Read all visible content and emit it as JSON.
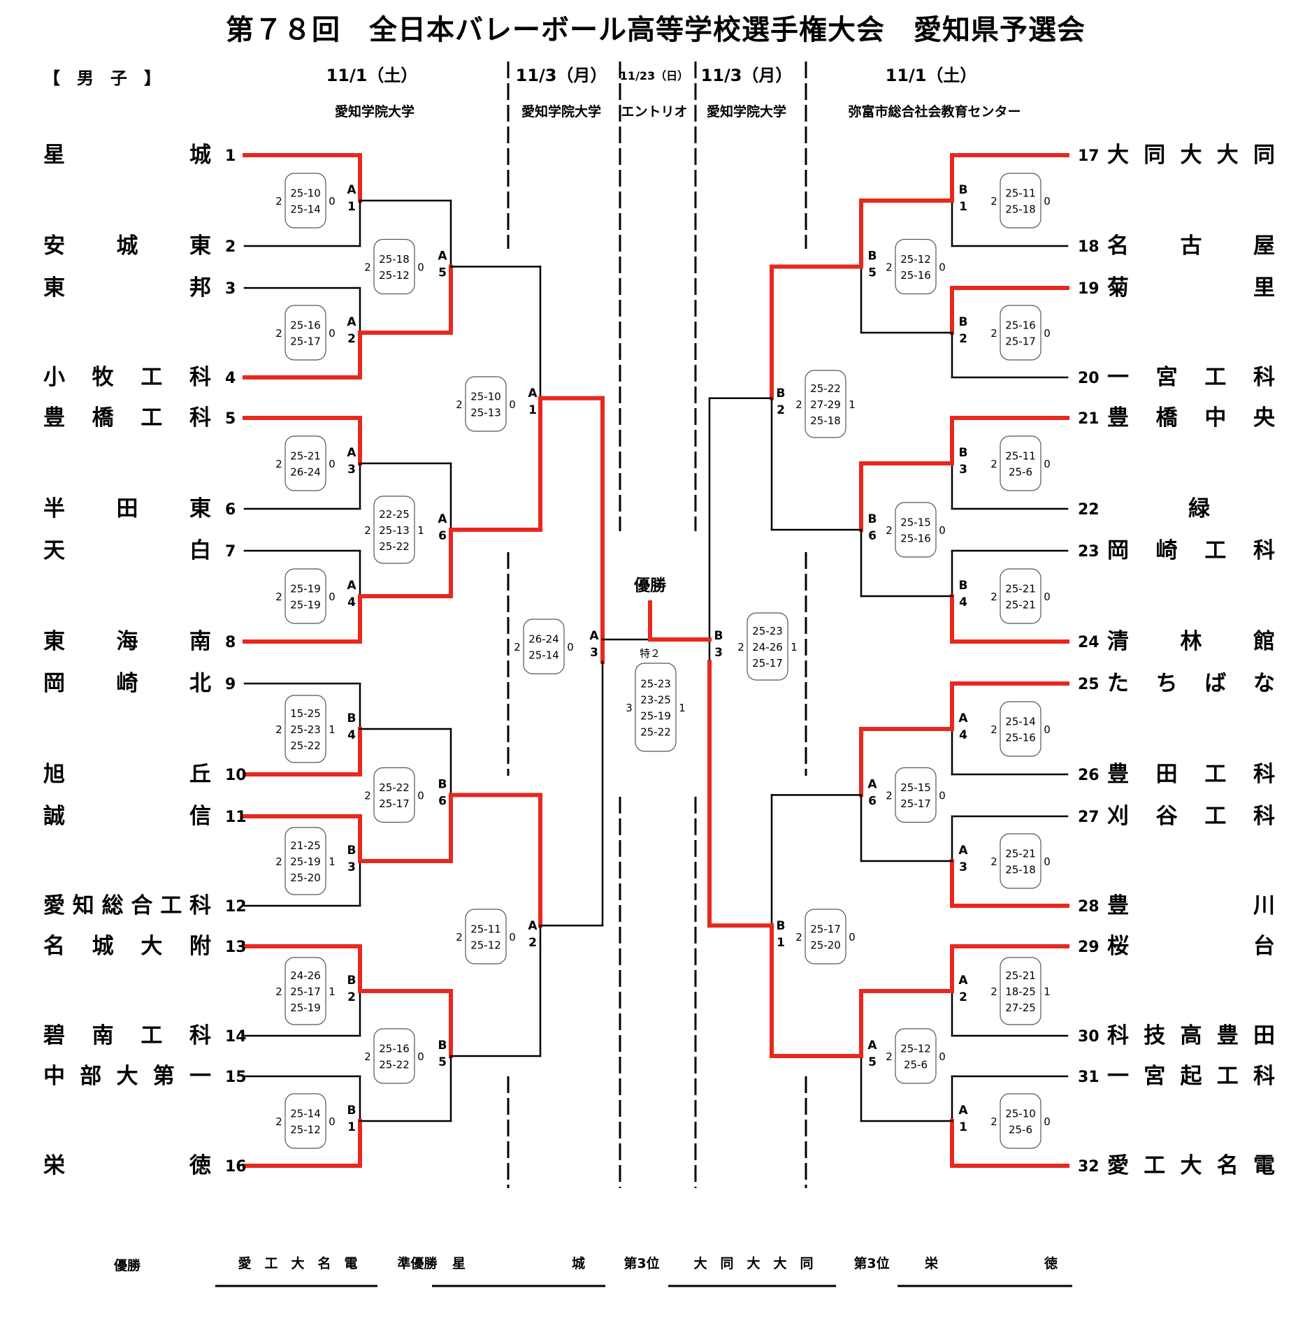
{
  "title": "第７８回　全日本バレーボール高等学校選手権大会　愛知県予選会",
  "division": "【　男　子　】",
  "dates": [
    {
      "date": "11/1（土）",
      "venue": "愛知学院大学"
    },
    {
      "date": "11/3（月）",
      "venue": "愛知学院大学"
    },
    {
      "date": "11/23（日）",
      "venue": "エントリオ"
    },
    {
      "date": "11/3（月）",
      "venue": "愛知学院大学"
    },
    {
      "date": "11/1（土）",
      "venue": "弥富市総合社会教育センター"
    }
  ],
  "left_teams": [
    {
      "name": "星　　　城",
      "seed": "1"
    },
    {
      "name": "安　城　東",
      "seed": "2"
    },
    {
      "name": "東　　　邦",
      "seed": "3"
    },
    {
      "name": "小牧工科",
      "seed": "4"
    },
    {
      "name": "豊橋工科",
      "seed": "5"
    },
    {
      "name": "半　田　東",
      "seed": "6"
    },
    {
      "name": "天　　　白",
      "seed": "7"
    },
    {
      "name": "東　海　南",
      "seed": "8"
    },
    {
      "name": "岡　崎　北",
      "seed": "9"
    },
    {
      "name": "旭　　　丘",
      "seed": "10"
    },
    {
      "name": "誠　　　信",
      "seed": "11"
    },
    {
      "name": "愛知総合工科",
      "seed": "12"
    },
    {
      "name": "名城大附",
      "seed": "13"
    },
    {
      "name": "碧南工科",
      "seed": "14"
    },
    {
      "name": "中部大第一",
      "seed": "15"
    },
    {
      "name": "栄　　　徳",
      "seed": "16"
    }
  ],
  "right_teams": [
    {
      "name": "大同大大同",
      "seed": "17"
    },
    {
      "name": "名　古　屋",
      "seed": "18"
    },
    {
      "name": "菊　　　里",
      "seed": "19"
    },
    {
      "name": "一宮工科",
      "seed": "20"
    },
    {
      "name": "豊橋中央",
      "seed": "21"
    },
    {
      "name": "緑",
      "seed": "22"
    },
    {
      "name": "岡崎工科",
      "seed": "23"
    },
    {
      "name": "清　林　館",
      "seed": "24"
    },
    {
      "name": "たちばな",
      "seed": "25"
    },
    {
      "name": "豊田工科",
      "seed": "26"
    },
    {
      "name": "刈谷工科",
      "seed": "27"
    },
    {
      "name": "豊　　　川",
      "seed": "28"
    },
    {
      "name": "桜　　　台",
      "seed": "29"
    },
    {
      "name": "科技高豊田",
      "seed": "30"
    },
    {
      "name": "一宮起工科",
      "seed": "31"
    },
    {
      "name": "愛工大名電",
      "seed": "32"
    }
  ],
  "left_r1": [
    {
      "code": [
        "A",
        "1"
      ],
      "w": "2",
      "l": "0",
      "scores": [
        "25-10",
        "25-14"
      ]
    },
    {
      "code": [
        "A",
        "2"
      ],
      "w": "2",
      "l": "0",
      "scores": [
        "25-16",
        "25-17"
      ]
    },
    {
      "code": [
        "A",
        "3"
      ],
      "w": "2",
      "l": "0",
      "scores": [
        "25-21",
        "26-24"
      ]
    },
    {
      "code": [
        "A",
        "4"
      ],
      "w": "2",
      "l": "0",
      "scores": [
        "25-19",
        "25-19"
      ]
    },
    {
      "code": [
        "B",
        "4"
      ],
      "w": "2",
      "l": "1",
      "scores": [
        "15-25",
        "25-23",
        "25-22"
      ]
    },
    {
      "code": [
        "B",
        "3"
      ],
      "w": "2",
      "l": "1",
      "scores": [
        "21-25",
        "25-19",
        "25-20"
      ]
    },
    {
      "code": [
        "B",
        "2"
      ],
      "w": "2",
      "l": "1",
      "scores": [
        "24-26",
        "25-17",
        "25-19"
      ]
    },
    {
      "code": [
        "B",
        "1"
      ],
      "w": "2",
      "l": "0",
      "scores": [
        "25-14",
        "25-12"
      ]
    }
  ],
  "left_r2": [
    {
      "code": [
        "A",
        "5"
      ],
      "w": "2",
      "l": "0",
      "scores": [
        "25-18",
        "25-12"
      ]
    },
    {
      "code": [
        "A",
        "6"
      ],
      "w": "2",
      "l": "1",
      "scores": [
        "22-25",
        "25-13",
        "25-22"
      ]
    },
    {
      "code": [
        "B",
        "6"
      ],
      "w": "2",
      "l": "0",
      "scores": [
        "25-22",
        "25-17"
      ]
    },
    {
      "code": [
        "B",
        "5"
      ],
      "w": "2",
      "l": "0",
      "scores": [
        "25-16",
        "25-22"
      ]
    }
  ],
  "left_r3": [
    {
      "code": [
        "A",
        "1"
      ],
      "w": "2",
      "l": "0",
      "scores": [
        "25-10",
        "25-13"
      ]
    },
    {
      "code": [
        "A",
        "2"
      ],
      "w": "2",
      "l": "0",
      "scores": [
        "25-11",
        "25-12"
      ]
    }
  ],
  "left_semi": {
    "code": [
      "A",
      "3"
    ],
    "w": "2",
    "l": "0",
    "scores": [
      "26-24",
      "25-14"
    ]
  },
  "right_r1": [
    {
      "code": [
        "B",
        "1"
      ],
      "w": "2",
      "l": "0",
      "scores": [
        "25-11",
        "25-18"
      ]
    },
    {
      "code": [
        "B",
        "2"
      ],
      "w": "2",
      "l": "0",
      "scores": [
        "25-16",
        "25-17"
      ]
    },
    {
      "code": [
        "B",
        "3"
      ],
      "w": "2",
      "l": "0",
      "scores": [
        "25-11",
        "25-6"
      ]
    },
    {
      "code": [
        "B",
        "4"
      ],
      "w": "2",
      "l": "0",
      "scores": [
        "25-21",
        "25-21"
      ]
    },
    {
      "code": [
        "A",
        "4"
      ],
      "w": "2",
      "l": "0",
      "scores": [
        "25-14",
        "25-16"
      ]
    },
    {
      "code": [
        "A",
        "3"
      ],
      "w": "2",
      "l": "0",
      "scores": [
        "25-21",
        "25-18"
      ]
    },
    {
      "code": [
        "A",
        "2"
      ],
      "w": "2",
      "l": "1",
      "scores": [
        "25-21",
        "18-25",
        "27-25"
      ]
    },
    {
      "code": [
        "A",
        "1"
      ],
      "w": "2",
      "l": "0",
      "scores": [
        "25-10",
        "25-6"
      ]
    }
  ],
  "right_r2": [
    {
      "code": [
        "B",
        "5"
      ],
      "w": "2",
      "l": "0",
      "scores": [
        "25-12",
        "25-16"
      ]
    },
    {
      "code": [
        "B",
        "6"
      ],
      "w": "2",
      "l": "0",
      "scores": [
        "25-15",
        "25-16"
      ]
    },
    {
      "code": [
        "A",
        "6"
      ],
      "w": "2",
      "l": "0",
      "scores": [
        "25-15",
        "25-17"
      ]
    },
    {
      "code": [
        "A",
        "5"
      ],
      "w": "2",
      "l": "0",
      "scores": [
        "25-12",
        "25-6"
      ]
    }
  ],
  "right_r3": [
    {
      "code": [
        "B",
        "2"
      ],
      "w": "2",
      "l": "1",
      "scores": [
        "25-22",
        "27-29",
        "25-18"
      ]
    },
    {
      "code": [
        "B",
        "1"
      ],
      "w": "2",
      "l": "0",
      "scores": [
        "25-17",
        "25-20"
      ]
    }
  ],
  "right_semi": {
    "code": [
      "B",
      "3"
    ],
    "w": "2",
    "l": "1",
    "scores": [
      "25-23",
      "24-26",
      "25-17"
    ]
  },
  "final": {
    "label": "優勝",
    "code": "特２",
    "w": "3",
    "l": "1",
    "scores": [
      "25-23",
      "23-25",
      "25-19",
      "25-22"
    ]
  },
  "results": [
    {
      "label": "優勝",
      "team": "愛　工　大　名　電"
    },
    {
      "label": "準優勝",
      "team": "星　　　　　　　　城"
    },
    {
      "label": "第3位",
      "team": "大　同　大　大　同"
    },
    {
      "label": "第3位",
      "team": "栄　　　　　　　　徳"
    }
  ],
  "colors": {
    "winner": "#e8281e",
    "line": "#000000",
    "bubble": "#555555"
  }
}
